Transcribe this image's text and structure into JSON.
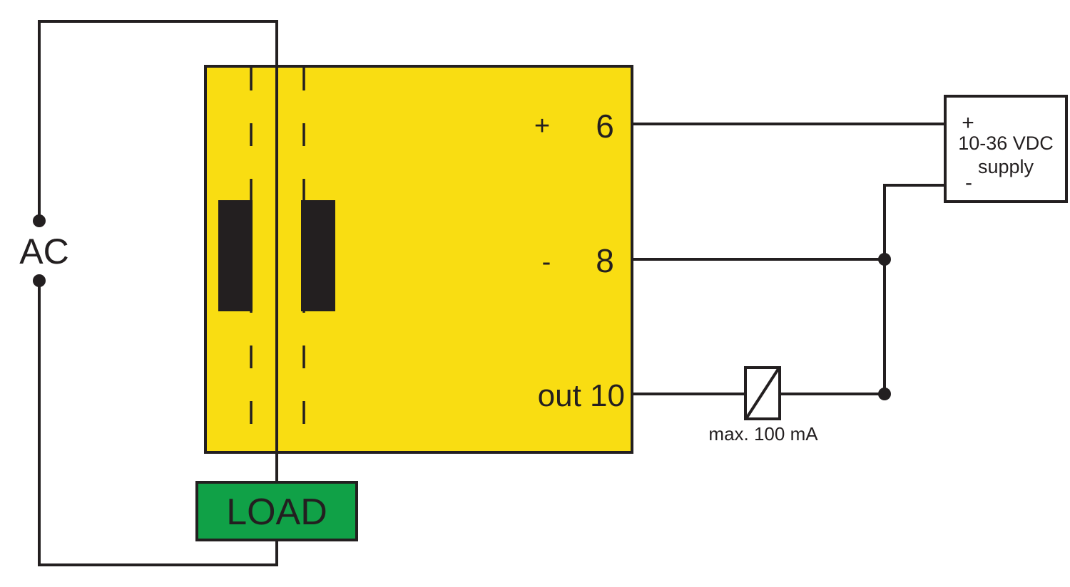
{
  "labels": {
    "ac": "AC",
    "load": "LOAD",
    "terminal_plus_sign": "+",
    "terminal_plus_number": "6",
    "terminal_minus_sign": "-",
    "terminal_minus_number": "8",
    "terminal_out": "out 10",
    "supply_plus": "+",
    "supply_voltage": "10-36 VDC",
    "supply_word": "supply",
    "supply_minus": "-",
    "relay_rating": "max. 100 mA"
  },
  "colors": {
    "sensor_body": "#f9dd12",
    "load_box": "#10a147",
    "wire": "#231f20",
    "supply_box": "#ffffff"
  }
}
